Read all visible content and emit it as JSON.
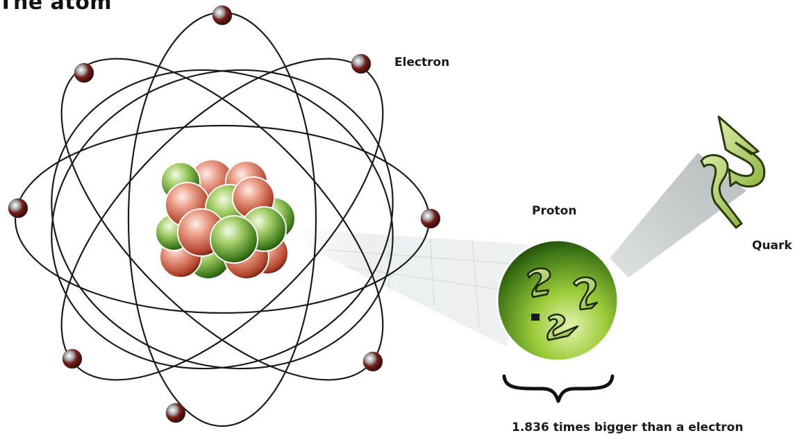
{
  "title": "The atom",
  "labels": {
    "electron": "Electron",
    "proton": "Proton",
    "quark": "Quark",
    "size_caption": "1.836 times bigger than a electron"
  },
  "colors": {
    "orbit": "#1a1a1a",
    "proton_green": "#6aa82e",
    "neutron_red": "#c05a45",
    "quark_green": "#b8d86a",
    "electron": "#8a2a22"
  },
  "icons": {
    "electron": "electron-sphere-icon",
    "nucleus": "nucleus-cluster-icon",
    "proton": "proton-sphere-icon",
    "quark": "quark-icon",
    "brace": "curly-brace-icon"
  }
}
